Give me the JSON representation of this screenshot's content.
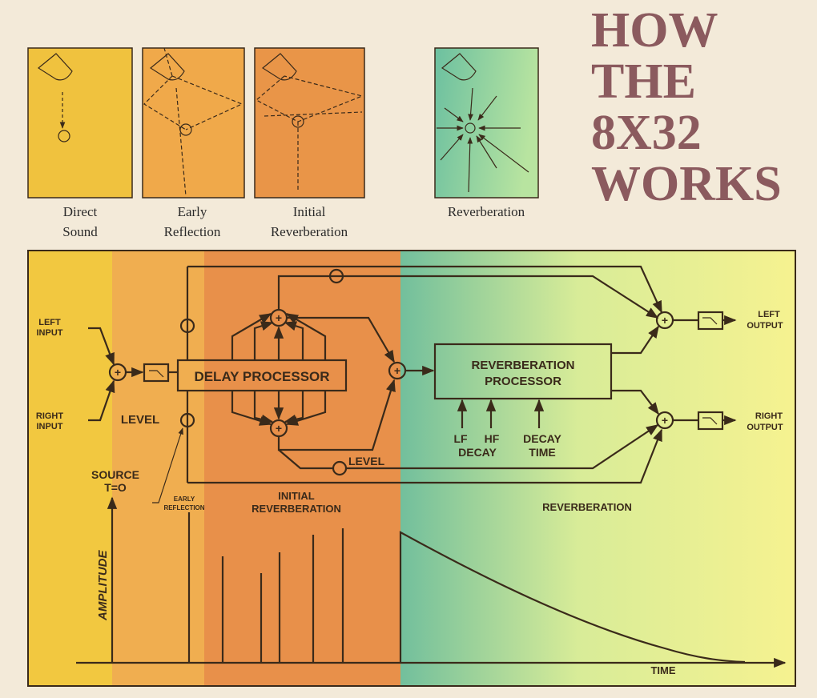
{
  "title": [
    "HOW",
    "THE",
    "8X32",
    "WORKS"
  ],
  "panels": [
    {
      "label1": "Direct",
      "label2": "Sound",
      "color": "#f0c23e"
    },
    {
      "label1": "Early",
      "label2": "Reflection",
      "color": "#f0a94a"
    },
    {
      "label1": "Initial",
      "label2": "Reverberation",
      "color": "#e99548"
    },
    {
      "label1": "Reverberation",
      "label2": "",
      "color": "#7cc4a2"
    }
  ],
  "diagram": {
    "left_input": [
      "LEFT",
      "INPUT"
    ],
    "right_input": [
      "RIGHT",
      "INPUT"
    ],
    "level": "LEVEL",
    "delay_processor": "DELAY PROCESSOR",
    "level2": "LEVEL",
    "reverb_processor": [
      "REVERBERATION",
      "PROCESSOR"
    ],
    "lf": "LF",
    "hf": "HF",
    "decay": "DECAY",
    "decay_time": [
      "DECAY",
      "TIME"
    ],
    "left_output": [
      "LEFT",
      "OUTPUT"
    ],
    "right_output": [
      "RIGHT",
      "OUTPUT"
    ],
    "source": [
      "SOURCE",
      "T=O"
    ],
    "early_reflection": [
      "EARLY",
      "REFLECTION"
    ],
    "initial_reverberation": [
      "INITIAL",
      "REVERBERATION"
    ],
    "reverberation": "REVERBERATION",
    "amplitude": "AMPLITUDE",
    "time": "TIME"
  },
  "colors": {
    "yellow": "#f2c840",
    "light_orange": "#f0ae50",
    "orange": "#e8904a",
    "green": "#7cc09c",
    "pale_yellow": "#f4f08a",
    "title": "#8b5a5e"
  }
}
